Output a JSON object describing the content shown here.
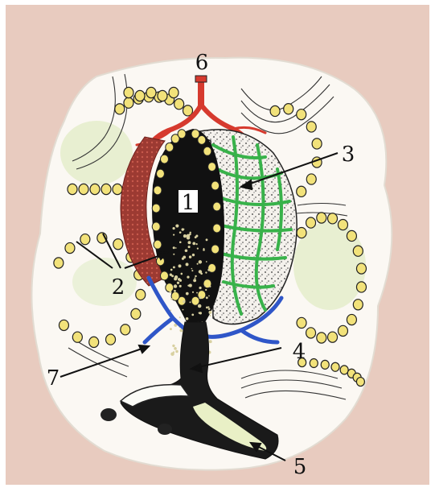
{
  "diagram": {
    "colors": {
      "background": "#e8cbbf",
      "lumen": "#111111",
      "artery": "#d63a2e",
      "capillary_network": "#38b24a",
      "vein": "#2f56c8",
      "cell_nucleus": "#f2e27a"
    },
    "labels": [
      {
        "id": "label-1",
        "text": "1"
      },
      {
        "id": "label-2",
        "text": "2"
      },
      {
        "id": "label-3",
        "text": "3"
      },
      {
        "id": "label-4",
        "text": "4"
      },
      {
        "id": "label-5",
        "text": "5"
      },
      {
        "id": "label-6",
        "text": "6"
      },
      {
        "id": "label-7",
        "text": "7"
      }
    ]
  }
}
